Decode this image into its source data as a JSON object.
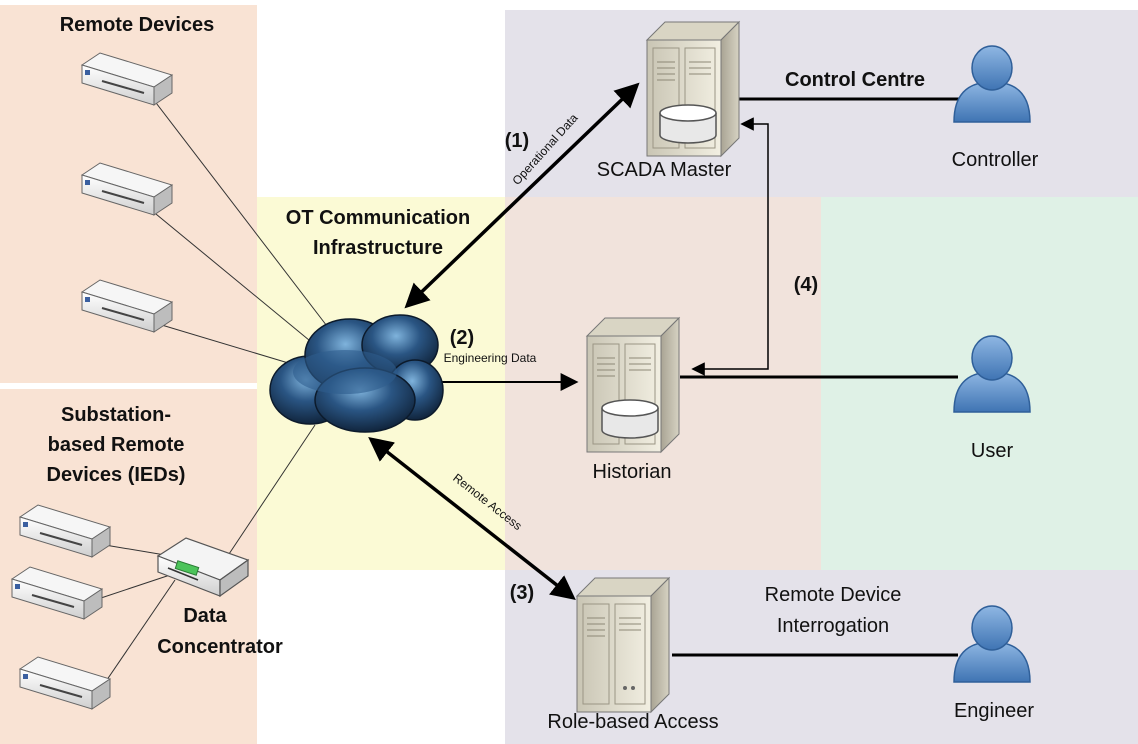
{
  "labels": {
    "remote_devices": "Remote Devices",
    "ot_comm_line1": "OT Communication",
    "ot_comm_line2": "Infrastructure",
    "substation_line1": "Substation-",
    "substation_line2": "based Remote",
    "substation_line3": "Devices (IEDs)",
    "data_concentrator_line1": "Data",
    "data_concentrator_line2": "Concentrator",
    "scada_master": "SCADA Master",
    "control_centre": "Control Centre",
    "controller": "Controller",
    "historian": "Historian",
    "user": "User",
    "role_based_access": "Role-based Access",
    "remote_interrogation_line1": "Remote Device",
    "remote_interrogation_line2": "Interrogation",
    "engineer": "Engineer"
  },
  "flows": {
    "step1": "(1)",
    "step2": "(2)",
    "step3": "(3)",
    "step4": "(4)",
    "operational_data": "Operational Data",
    "engineering_data": "Engineering Data",
    "remote_access": "Remote Access"
  },
  "colors": {
    "device_zone": "#f9e3d4",
    "ot_zone": "#fbfad5",
    "control_zone": "#e4e2ea",
    "historian_zone": "#f1e3dc",
    "user_zone": "#dff1e6",
    "engineer_zone": "#e4e2ea",
    "person": "#5b8fcb",
    "cloud": "#22466a"
  }
}
